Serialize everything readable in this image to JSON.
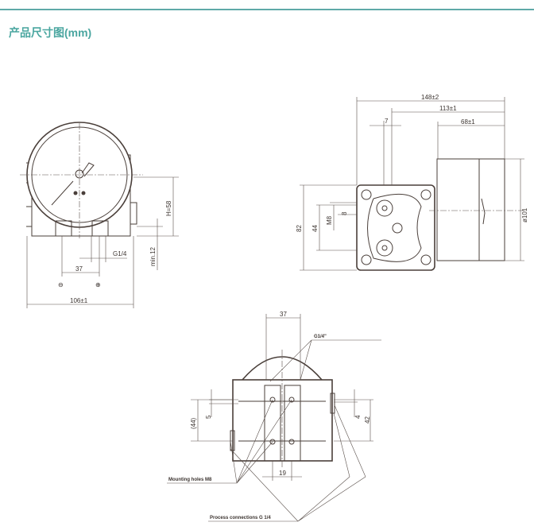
{
  "header": {
    "title": "产品尺寸图(mm)"
  },
  "front_view": {
    "width": "106±1",
    "port_spacing": "37",
    "port_thread": "G1/4",
    "height": "H=58",
    "min_clearance": "min.12",
    "minus_symbol": "⊖",
    "plus_symbol": "⊕"
  },
  "side_view": {
    "overall_length": "148±2",
    "length_113": "113±1",
    "gauge_depth": "68±1",
    "offset": "7",
    "height": "82",
    "hole_spacing": "44",
    "thread": "M8",
    "thread_depth": "8",
    "gauge_diameter": "ø101"
  },
  "bottom_view": {
    "port_spacing": "37",
    "port_thread": "G1/4\"",
    "offset_5": "5",
    "spacing_44": "(44)",
    "offset_4": "4",
    "spacing_42": "42",
    "hole_spacing": "19",
    "mounting_label": "Mounting holes M8",
    "process_label": "Process connections G 1/4"
  }
}
